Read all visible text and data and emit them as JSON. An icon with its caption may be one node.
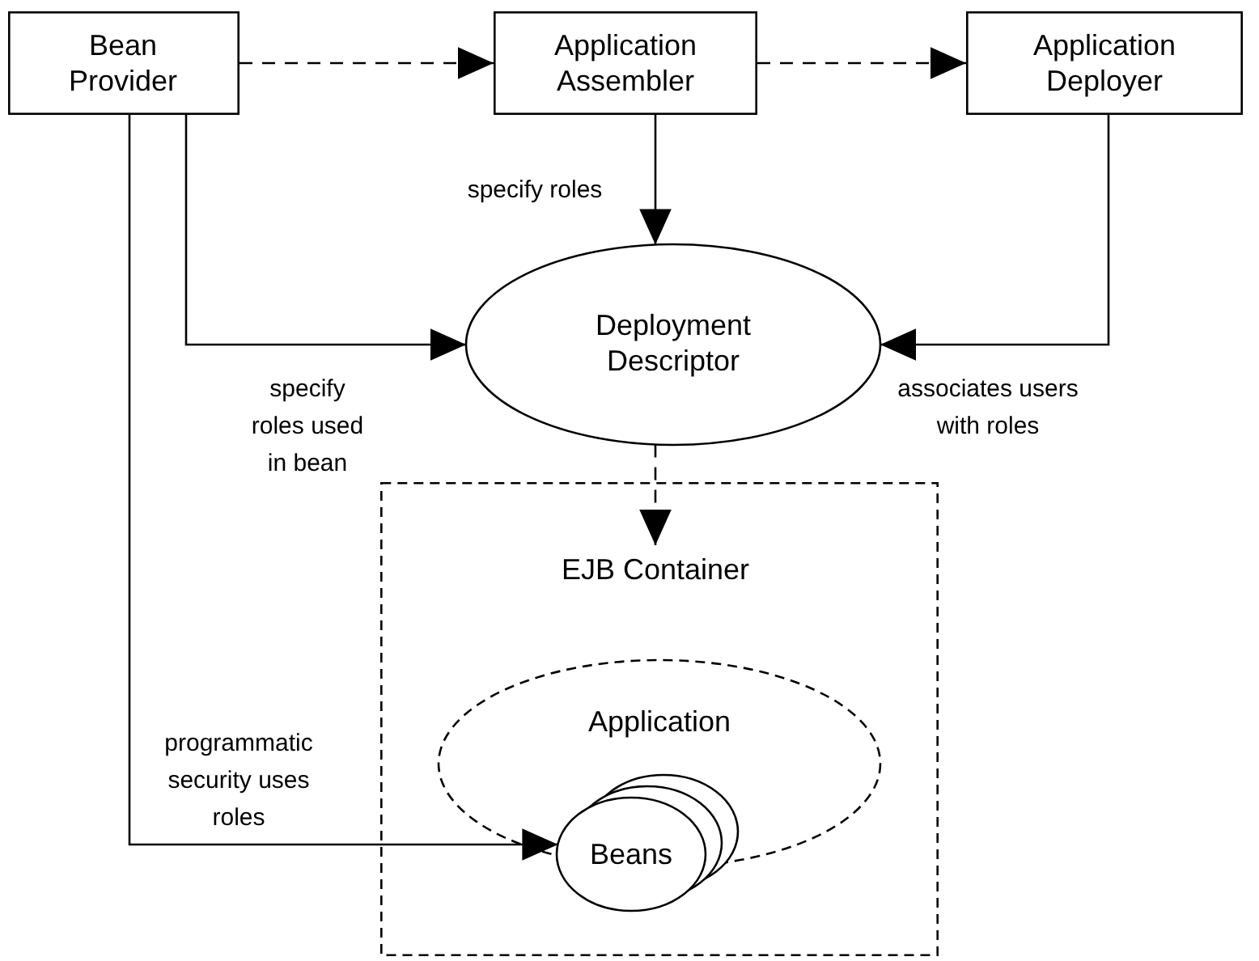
{
  "diagram": {
    "nodes": [
      {
        "text": [
          "Bean Provider"
        ]
      },
      {
        "text": [
          "Application Assembler"
        ]
      },
      {
        "text": [
          "Application Deployer"
        ]
      },
      {
        "text": [
          "Deployment Descriptor"
        ]
      },
      {
        "text": [
          "EJB Container"
        ]
      },
      {
        "text": [
          "Application"
        ],
        "in": 4
      },
      {
        "text": [
          "Beans"
        ],
        "in": 5
      }
    ],
    "edges": [
      {
        "from": 0,
        "to": 1,
        "arrow": "to",
        "style": "dashed"
      },
      {
        "from": 1,
        "to": 2,
        "arrow": "to",
        "style": "dashed"
      },
      {
        "from": 1,
        "to": 3,
        "arrow": "to",
        "label": "specify roles"
      },
      {
        "from": 0,
        "to": 3,
        "arrow": "to",
        "label": "specify roles used in bean"
      },
      {
        "from": 2,
        "to": 3,
        "arrow": "to",
        "label": "associates users with roles"
      },
      {
        "from": 3,
        "to": 4,
        "arrow": "to",
        "style": "dashed"
      },
      {
        "from": 0,
        "to": 6,
        "arrow": "to",
        "label": "programmatic security uses roles"
      }
    ]
  }
}
